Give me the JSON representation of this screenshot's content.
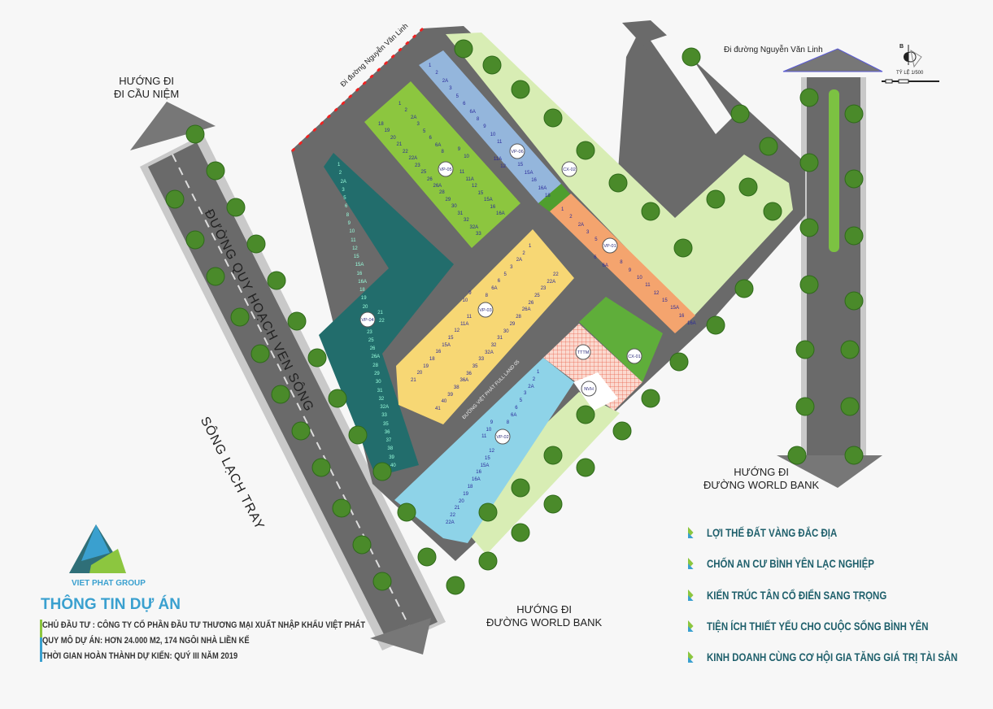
{
  "directions": {
    "top_left": {
      "line1": "HƯỚNG ĐI",
      "line2": "ĐI CẦU NIỆM"
    },
    "bottom_right": {
      "line1": "HƯỚNG ĐI",
      "line2": "ĐƯỜNG WORLD BANK"
    },
    "bottom_center": {
      "line1": "HƯỚNG ĐI",
      "line2": "ĐƯỜNG WORLD BANK"
    }
  },
  "roads": {
    "ven_song": "ĐƯỜNG QUY HOẠCH VEN SÔNG",
    "river": "SÔNG LẠCH TRAY",
    "nguyen_van_linh_top": "Đi đường Nguyễn Văn Linh",
    "nguyen_van_linh_right": "Đi đường Nguyễn Văn Linh",
    "internal_road": "ĐƯỜNG VIỆT PHÁT FULL LAND 05"
  },
  "scale": {
    "label": "TỶ LỆ 1/500",
    "north": "B"
  },
  "blocks": [
    {
      "id": "VP-01",
      "color": "#f4a46e",
      "lots": [
        "1",
        "2",
        "2A",
        "3",
        "5",
        "6",
        "6A",
        "8",
        "9",
        "10",
        "11",
        "12",
        "15",
        "15A",
        "16",
        "16A"
      ]
    },
    {
      "id": "VP-02",
      "color": "#8ed3e8",
      "lots": [
        "1",
        "2",
        "2A",
        "3",
        "5",
        "6",
        "6A",
        "8",
        "9",
        "10",
        "11",
        "12",
        "15",
        "15A",
        "16",
        "16A",
        "18",
        "19",
        "20",
        "21",
        "22",
        "22A"
      ]
    },
    {
      "id": "VP-03",
      "color": "#f7d774",
      "lots": [
        "1",
        "2",
        "2A",
        "3",
        "5",
        "6",
        "6A",
        "8",
        "9",
        "10",
        "11",
        "11A",
        "12",
        "15",
        "15A",
        "16",
        "18",
        "19",
        "20",
        "21",
        "22",
        "22A",
        "23",
        "25",
        "26",
        "26A",
        "28",
        "29",
        "30",
        "31",
        "32",
        "32A",
        "33",
        "35",
        "36",
        "36A",
        "38",
        "39",
        "40",
        "41"
      ]
    },
    {
      "id": "VP-04",
      "color": "#226d6c",
      "lots": [
        "1",
        "2",
        "2A",
        "3",
        "5",
        "6",
        "8",
        "9",
        "10",
        "11",
        "12",
        "15",
        "15A",
        "16",
        "16A",
        "18",
        "19",
        "20",
        "21",
        "22",
        "23",
        "25",
        "26",
        "26A",
        "28",
        "29",
        "30",
        "31",
        "32",
        "32A",
        "33",
        "35",
        "36",
        "37",
        "38",
        "39",
        "40"
      ]
    },
    {
      "id": "VP-05",
      "color": "#8cc63f",
      "lots": [
        "1",
        "2",
        "2A",
        "3",
        "5",
        "6",
        "6A",
        "8",
        "9",
        "10",
        "11",
        "11A",
        "12",
        "15",
        "15A",
        "16",
        "16A",
        "18",
        "19",
        "20",
        "21",
        "22",
        "22A",
        "23",
        "25",
        "26",
        "26A",
        "28",
        "29",
        "30",
        "31",
        "32",
        "32A",
        "33"
      ]
    },
    {
      "id": "VP-06",
      "color": "#94b6dc",
      "lots": [
        "1",
        "2",
        "2A",
        "3",
        "5",
        "6",
        "6A",
        "8",
        "9",
        "10",
        "11",
        "11A",
        "12",
        "15",
        "15A",
        "16",
        "16A",
        "18"
      ]
    },
    {
      "id": "CX-01",
      "color": "#5fae3a"
    },
    {
      "id": "CX-02",
      "color": "#4f9e2e"
    },
    {
      "id": "TTTM",
      "color": "#f6b6a6"
    },
    {
      "id": "NVH",
      "color": "#ffffff"
    }
  ],
  "logo": {
    "name": "VIET PHAT GROUP"
  },
  "project_info": {
    "title": "THÔNG TIN DỰ ÁN",
    "lines": [
      "CHỦ ĐẦU TƯ : CÔNG TY CỔ PHẦN ĐẦU TƯ THƯƠNG MẠI XUẤT NHẬP KHẨU VIỆT PHÁT",
      "QUY MÔ DỰ ÁN: HƠN 24.000 M2, 174 NGÔI NHÀ LIỀN KẾ",
      "THỜI GIAN HOÀN THÀNH DỰ KIẾN: QUÝ III NĂM 2019"
    ]
  },
  "highlights": [
    "LỢI THẾ ĐẤT VÀNG ĐẮC ĐỊA",
    "CHỐN AN CƯ BÌNH YÊN LẠC NGHIỆP",
    "KIẾN TRÚC TÂN CỔ ĐIỂN SANG TRỌNG",
    "TIỆN ÍCH THIẾT YẾU CHO CUỘC SỐNG BÌNH YÊN",
    "KINH DOANH CÙNG CƠ HỘI GIA TĂNG GIÁ TRỊ TÀI SẢN"
  ],
  "colors": {
    "road": "#6a6a6a",
    "sidewalk": "#c9c9c9",
    "park": "#d8edb4",
    "tree": "#4a8a2a",
    "accent_blue": "#3aa0cf",
    "accent_green": "#8cc63f",
    "text_dark": "#1e5f6b"
  }
}
